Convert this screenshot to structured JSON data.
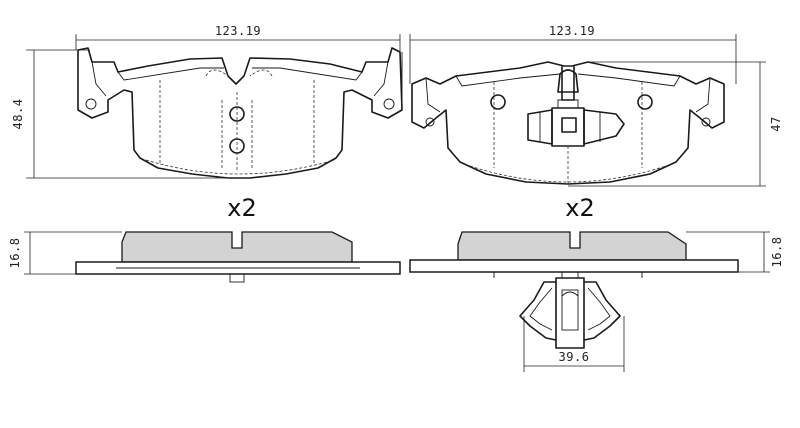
{
  "dimensions": {
    "left_width": "123.19",
    "right_width": "123.19",
    "left_height": "48.4",
    "right_height": "47",
    "left_thickness": "16.8",
    "right_thickness": "16.8",
    "clip_width": "39.6"
  },
  "quantity": {
    "left": "x2",
    "right": "x2"
  },
  "colors": {
    "outline": "#1a1a1a",
    "friction_material": "#d3d3d3",
    "background": "#ffffff"
  }
}
